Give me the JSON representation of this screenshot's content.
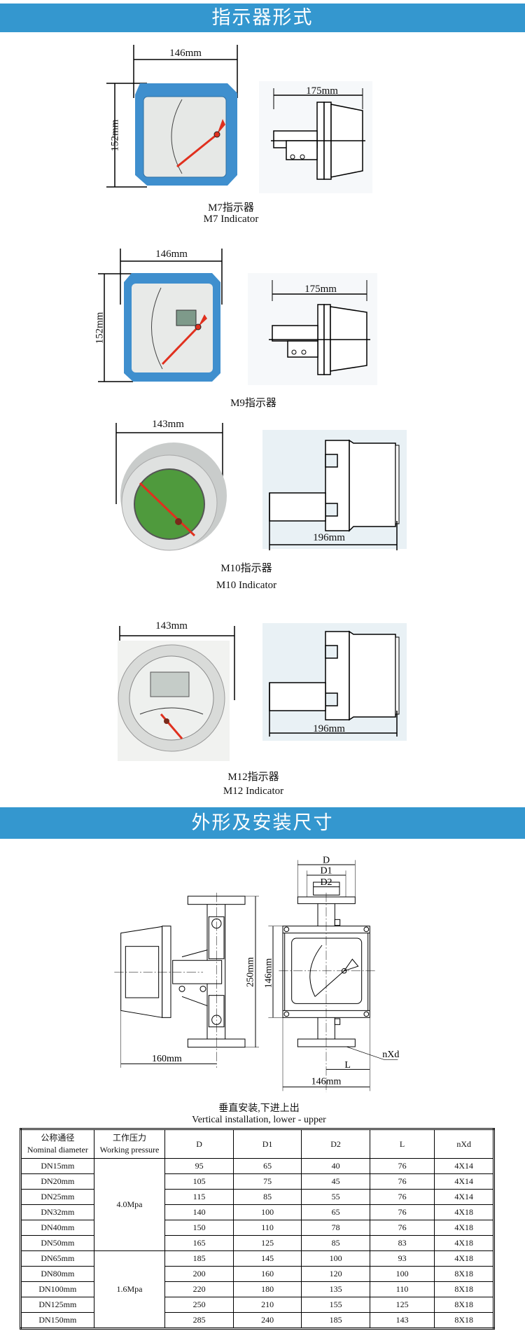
{
  "section1": {
    "title": "指示器形式"
  },
  "indicators": [
    {
      "front_width": "146mm",
      "front_height": "152mm",
      "side_depth": "175mm",
      "label_cn": "M7指示器",
      "label_en": "M7 Indicator"
    },
    {
      "front_width": "146mm",
      "front_height": "152mm",
      "side_depth": "175mm",
      "label_cn": "M9指示器"
    },
    {
      "front_width": "143mm",
      "side_depth": "196mm",
      "label_cn": "M10指示器",
      "label_en": "M10 Indicator"
    },
    {
      "front_width": "143mm",
      "side_depth": "196mm",
      "label_cn": "M12指示器",
      "label_en": "M12 Indicator"
    }
  ],
  "section2": {
    "title": "外形及安装尺寸"
  },
  "drawing": {
    "labels": {
      "d": "D",
      "d1": "D1",
      "d2": "D2",
      "height": "250mm",
      "body": "146mm",
      "width": "146mm",
      "depth": "160mm",
      "l": "L",
      "holes": "nXd"
    },
    "caption_cn": "垂直安装,下进上出",
    "caption_en": "Vertical installation, lower - upper"
  },
  "colors": {
    "band": "#3497cf",
    "case_blue": "#3f8fce",
    "needle": "#e0301e",
    "dial_green": "#4f9a3d"
  },
  "table": {
    "headers": [
      {
        "cn": "公称通径",
        "en": "Nominal diameter"
      },
      {
        "cn": "工作压力",
        "en": "Working pressure"
      },
      {
        "en": "D"
      },
      {
        "en": "D1"
      },
      {
        "en": "D2"
      },
      {
        "en": "L"
      },
      {
        "en": "nXd"
      }
    ],
    "pressure_groups": [
      "4.0Mpa",
      "1.6Mpa"
    ],
    "rows": [
      [
        "DN15mm",
        "95",
        "65",
        "40",
        "76",
        "4X14"
      ],
      [
        "DN20mm",
        "105",
        "75",
        "45",
        "76",
        "4X14"
      ],
      [
        "DN25mm",
        "115",
        "85",
        "55",
        "76",
        "4X14"
      ],
      [
        "DN32mm",
        "140",
        "100",
        "65",
        "76",
        "4X18"
      ],
      [
        "DN40mm",
        "150",
        "110",
        "78",
        "76",
        "4X18"
      ],
      [
        "DN50mm",
        "165",
        "125",
        "85",
        "83",
        "4X18"
      ],
      [
        "DN65mm",
        "185",
        "145",
        "100",
        "93",
        "4X18"
      ],
      [
        "DN80mm",
        "200",
        "160",
        "120",
        "100",
        "8X18"
      ],
      [
        "DN100mm",
        "220",
        "180",
        "135",
        "110",
        "8X18"
      ],
      [
        "DN125mm",
        "250",
        "210",
        "155",
        "125",
        "8X18"
      ],
      [
        "DN150mm",
        "285",
        "240",
        "185",
        "143",
        "8X18"
      ]
    ]
  }
}
